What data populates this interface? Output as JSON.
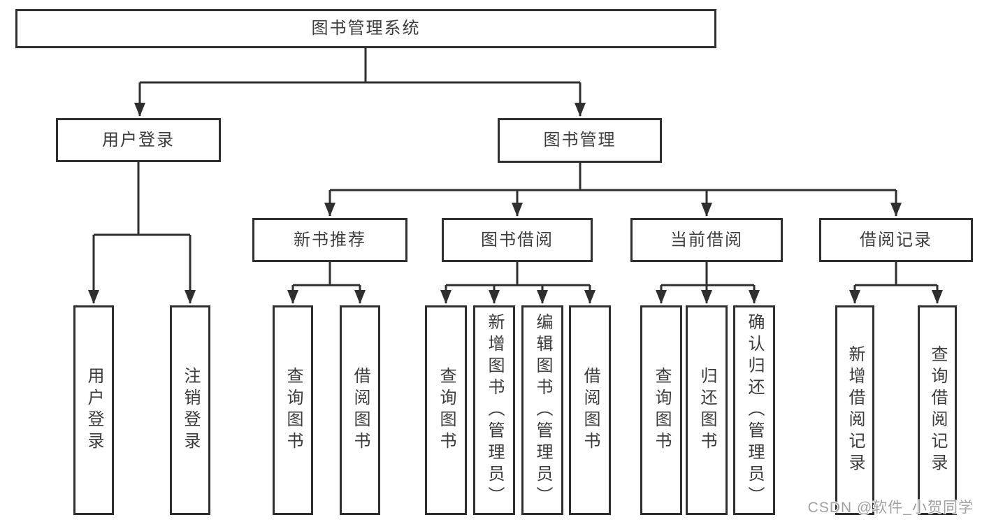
{
  "tree": {
    "label": "图书管理系统",
    "children": [
      {
        "label": "用户登录",
        "children": [
          {
            "label": "用户登录"
          },
          {
            "label": "注销登录"
          }
        ]
      },
      {
        "label": "图书管理",
        "children": [
          {
            "label": "新书推荐",
            "children": [
              {
                "label": "查询图书"
              },
              {
                "label": "借阅图书"
              }
            ]
          },
          {
            "label": "图书借阅",
            "children": [
              {
                "label": "查询图书"
              },
              {
                "label": "新增图书（管理员）"
              },
              {
                "label": "编辑图书（管理员）"
              },
              {
                "label": "借阅图书"
              }
            ]
          },
          {
            "label": "当前借阅",
            "children": [
              {
                "label": "查询图书"
              },
              {
                "label": "归还图书"
              },
              {
                "label": "确认归还（管理员）"
              }
            ]
          },
          {
            "label": "借阅记录",
            "children": [
              {
                "label": "新增借阅记录"
              },
              {
                "label": "查询借阅记录"
              }
            ]
          }
        ]
      }
    ]
  },
  "watermark": {
    "text": "CSDN @软件_小贺同学"
  },
  "colors": {
    "line": "#2f2f2f",
    "box_border": "#2f2f2f",
    "box_background": "#ffffff",
    "text": "#3c3c3c",
    "watermark": "#a0a0a0",
    "page_background": "#ffffff"
  }
}
